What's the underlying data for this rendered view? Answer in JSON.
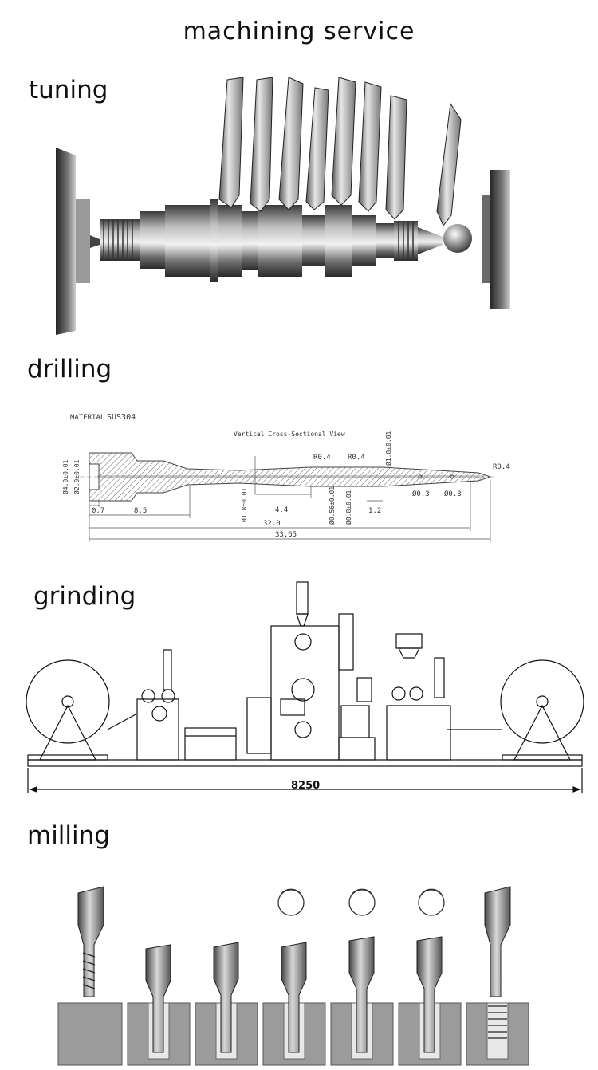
{
  "page": {
    "title": "machining service"
  },
  "sections": {
    "tuning": {
      "heading": "tuning"
    },
    "drilling": {
      "heading": "drilling",
      "material_label": "MATERIAL",
      "material_value": "SUS304",
      "view_caption": "Vertical Cross-Sectional View",
      "dimensions": {
        "od_left": "Ø4.0±0.01",
        "id_left": "Ø2.0±0.01",
        "r_mid": "R0.4",
        "r_mid2": "R0.4",
        "od_right": "Ø1.8±0.01",
        "r_tip": "R0.4",
        "d_bore1": "Ø1.8±0.01",
        "d_neck1": "Ø0.56±0.01",
        "d_neck2": "Ø0.8±0.01",
        "hole1": "Ø0.3",
        "hole2": "Ø0.3",
        "len_07": "0.7",
        "len_85": "8.5",
        "len_44": "4.4",
        "len_12": "1.2",
        "len_320": "32.0",
        "len_3365": "33.65"
      }
    },
    "grinding": {
      "heading": "grinding",
      "overall_length": "8250"
    },
    "milling": {
      "heading": "milling"
    }
  }
}
